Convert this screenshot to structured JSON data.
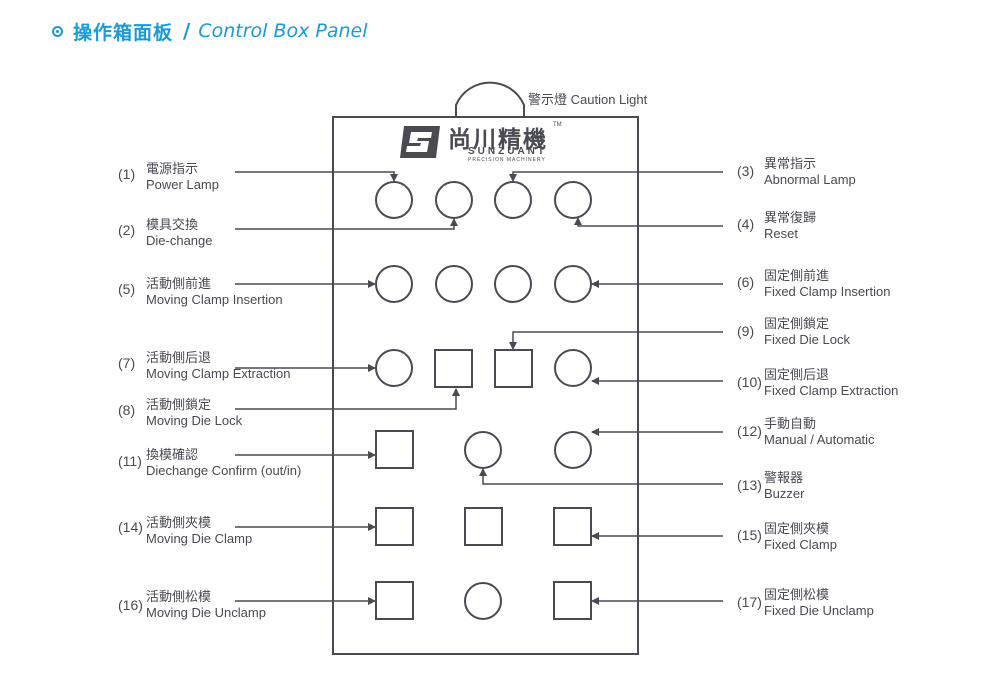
{
  "title": {
    "zh": "操作箱面板",
    "separator": "/",
    "en": "Control Box Panel"
  },
  "caution": "警示燈 Caution Light",
  "brand": {
    "zh": "尚川精機",
    "en": "SUNZUANT",
    "sub": "PRECISION MACHINERY",
    "tm": "TM"
  },
  "labels": [
    {
      "num": "(1)",
      "zh": "電源指示",
      "en": "Power Lamp"
    },
    {
      "num": "(2)",
      "zh": "模具交換",
      "en": "Die-change"
    },
    {
      "num": "(3)",
      "zh": "異常指示",
      "en": "Abnormal Lamp"
    },
    {
      "num": "(4)",
      "zh": "異常復歸",
      "en": "Reset"
    },
    {
      "num": "(5)",
      "zh": "活動側前進",
      "en": "Moving Clamp Insertion"
    },
    {
      "num": "(6)",
      "zh": "固定側前進",
      "en": "Fixed Clamp Insertion"
    },
    {
      "num": "(7)",
      "zh": "活動側后退",
      "en": "Moving Clamp Extraction"
    },
    {
      "num": "(8)",
      "zh": "活動側鎖定",
      "en": "Moving Die Lock"
    },
    {
      "num": "(9)",
      "zh": "固定側鎖定",
      "en": "Fixed Die Lock"
    },
    {
      "num": "(10)",
      "zh": "固定側后退",
      "en": "Fixed Clamp Extraction"
    },
    {
      "num": "(11)",
      "zh": "換模確認",
      "en": "Diechange Confirm (out/in)"
    },
    {
      "num": "(12)",
      "zh": "手動自動",
      "en": "Manual / Automatic"
    },
    {
      "num": "(13)",
      "zh": "警報器",
      "en": "Buzzer"
    },
    {
      "num": "(14)",
      "zh": "活動側夾模",
      "en": "Moving Die Clamp"
    },
    {
      "num": "(15)",
      "zh": "固定側夾模",
      "en": "Fixed Clamp"
    },
    {
      "num": "(16)",
      "zh": "活動側松模",
      "en": "Moving Die Unclamp"
    },
    {
      "num": "(17)",
      "zh": "固定側松模",
      "en": "Fixed Die Unclamp"
    }
  ],
  "colors": {
    "accent": "#1a9ad8",
    "line": "#4a4a52"
  }
}
